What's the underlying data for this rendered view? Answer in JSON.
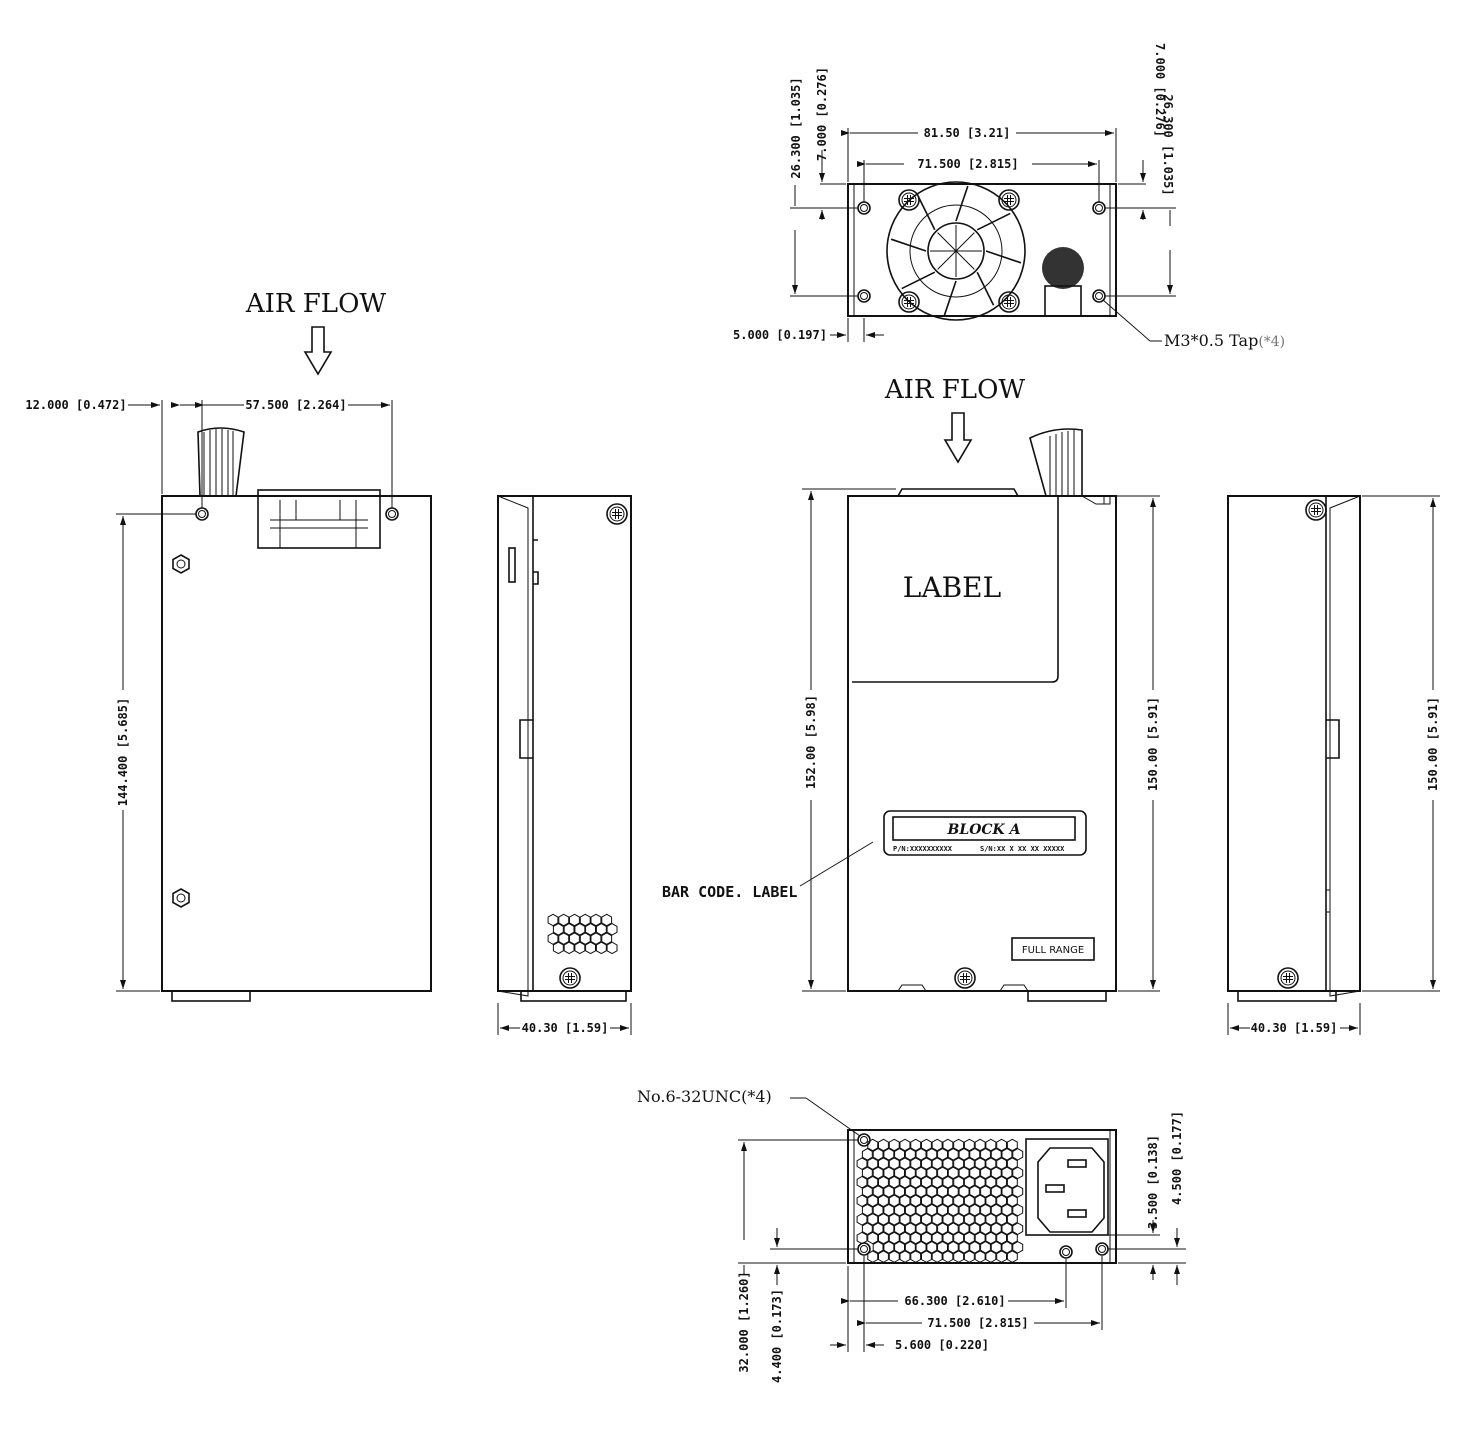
{
  "airflow_label": "AIR FLOW",
  "label_text": "LABEL",
  "block_text": "BLOCK A",
  "pn_text": "P/N:XXXXXXXXXX",
  "sn_text": "S/N:XX X XX XX  XXXXX",
  "full_range_text": "FULL RANGE",
  "barcode_note": "BAR CODE. LABEL",
  "m3_note": "M3*0.5 Tap",
  "m3_count": "(*4)",
  "unc_note": "No.6-32UNC(*4)",
  "dims": {
    "top_width_outer": "81.50 [3.21]",
    "top_hole_span": "71.500 [2.815]",
    "top_left_edge": "7.000 [0.276]",
    "top_left_height": "26.300 [1.035]",
    "top_right_edge": "7.000 [0.276]",
    "top_right_height": "26.300 [1.035]",
    "top_bottom_offset": "5.000 [0.197]",
    "left_edge": "12.000 [0.472]",
    "left_span": "57.500 [2.264]",
    "left_height": "144.400 [5.685]",
    "side_width_1": "40.30 [1.59]",
    "front_height_outer": "152.00 [5.98]",
    "front_height_inner": "150.00 [5.91]",
    "right_height": "150.00 [5.91]",
    "side_width_2": "40.30 [1.59]",
    "bot_right_1": "3.500 [0.138]",
    "bot_right_2": "4.500 [0.177]",
    "bot_span_1": "66.300 [2.610]",
    "bot_span_2": "71.500 [2.815]",
    "bot_offset": "5.600 [0.220]",
    "bot_height": "32.000 [1.260]",
    "bot_small": "4.400 [0.173]"
  }
}
